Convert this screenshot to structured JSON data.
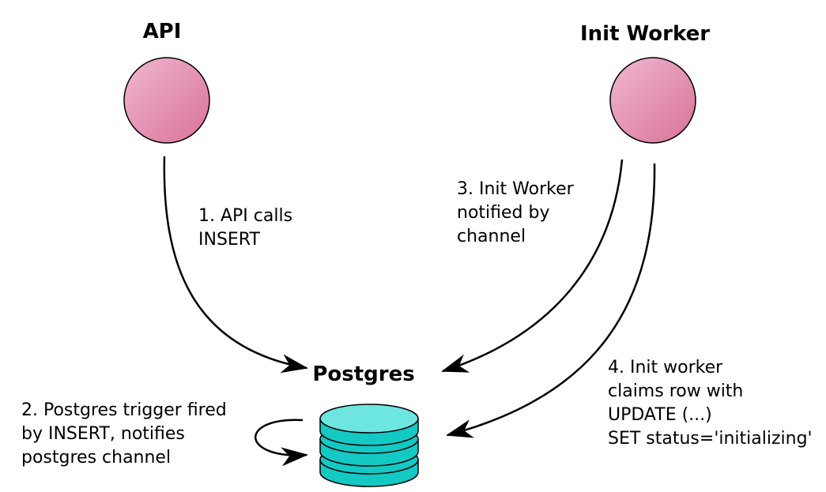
{
  "nodes": {
    "api": {
      "title": "API"
    },
    "init_worker": {
      "title": "Init Worker"
    },
    "postgres": {
      "title": "Postgres"
    }
  },
  "steps": [
    {
      "lines": [
        "1. API calls",
        "INSERT"
      ]
    },
    {
      "lines": [
        "2. Postgres trigger fired",
        "by INSERT, notifies",
        "postgres channel"
      ]
    },
    {
      "lines": [
        "3. Init Worker",
        "notified by",
        "channel"
      ]
    },
    {
      "lines": [
        "4. Init worker",
        "claims row with",
        "UPDATE (...)",
        "SET status='initializing'"
      ]
    }
  ],
  "colors": {
    "service_node_top": "#f0b8cf",
    "service_node_bottom": "#d97199",
    "database_fill": "#14c9c4",
    "database_top": "#6ee6e0",
    "stroke": "#000000"
  },
  "icons": {
    "service_node": "circle",
    "database": "database-stack-icon"
  }
}
